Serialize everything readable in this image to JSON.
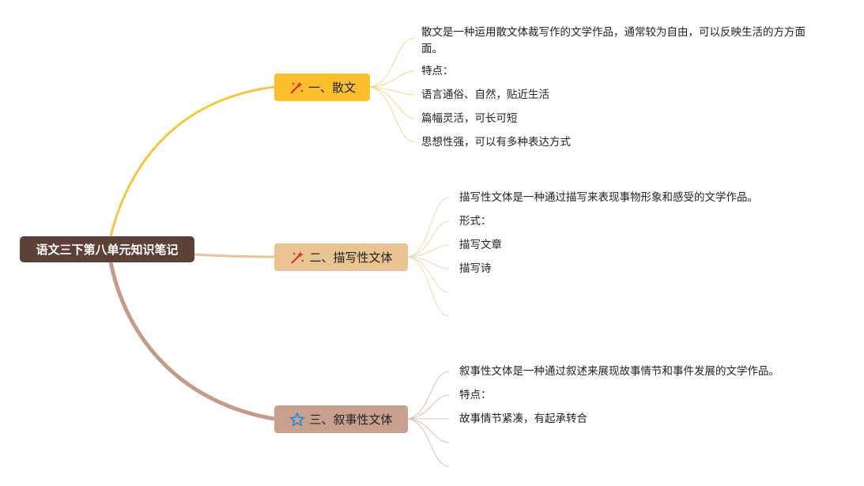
{
  "colors": {
    "root": "#5d4037",
    "branch1": "#fbbf2e",
    "branch2": "#e9c493",
    "branch3": "#c9a08e",
    "line1": "#f5c542",
    "line2": "#e9c493",
    "line3": "#c49a8a"
  },
  "root": {
    "label": "语文三下第八单元知识笔记"
  },
  "branches": [
    {
      "label": "一、散文",
      "icon": "magic-wand-icon",
      "leaves": [
        "散文是一种运用散文体裁写作的文学作品，通常较为自由，可以反映生活的方方面面。",
        "特点：",
        "语言通俗、自然，贴近生活",
        "篇幅灵活，可长可短",
        "思想性强，可以有多种表达方式"
      ]
    },
    {
      "label": "二、描写性文体",
      "icon": "magic-wand-icon",
      "leaves": [
        "描写性文体是一种通过描写来表现事物形象和感受的文学作品。",
        "形式：",
        "描写文章",
        "描写诗",
        "",
        ""
      ]
    },
    {
      "label": "三、叙事性文体",
      "icon": "star-icon",
      "leaves": [
        "叙事性文体是一种通过叙述来展现故事情节和事件发展的文学作品。",
        "特点：",
        "故事情节紧凑，有起承转合",
        "",
        ""
      ]
    }
  ]
}
